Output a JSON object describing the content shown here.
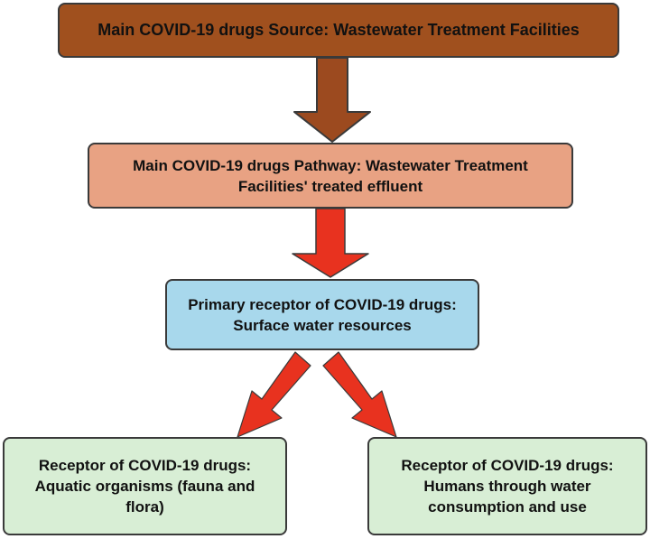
{
  "boxes": {
    "source": {
      "line1": "Main COVID-19 drugs Source: Wastewater Treatment Facilities"
    },
    "pathway": {
      "line1": "Main COVID-19 drugs Pathway: Wastewater Treatment",
      "line2": "Facilities' treated effluent"
    },
    "primary_receptor": {
      "line1": "Primary receptor of COVID-19 drugs:",
      "line2": "Surface water resources"
    },
    "aquatic_receptor": {
      "line1": "Receptor of COVID-19 drugs:",
      "line2": "Aquatic organisms (fauna and",
      "line3": "flora)"
    },
    "human_receptor": {
      "line1": "Receptor of COVID-19 drugs:",
      "line2": "Humans through water",
      "line3": "consumption and use"
    }
  },
  "colors": {
    "source_fill": "#a0501e",
    "pathway_fill": "#e8a283",
    "primary_fill": "#a8d8ec",
    "receptor_fill": "#d8eed5",
    "arrow_brown": "#9c4a1f",
    "arrow_red": "#e8321f",
    "outline": "#3a3a3a"
  }
}
